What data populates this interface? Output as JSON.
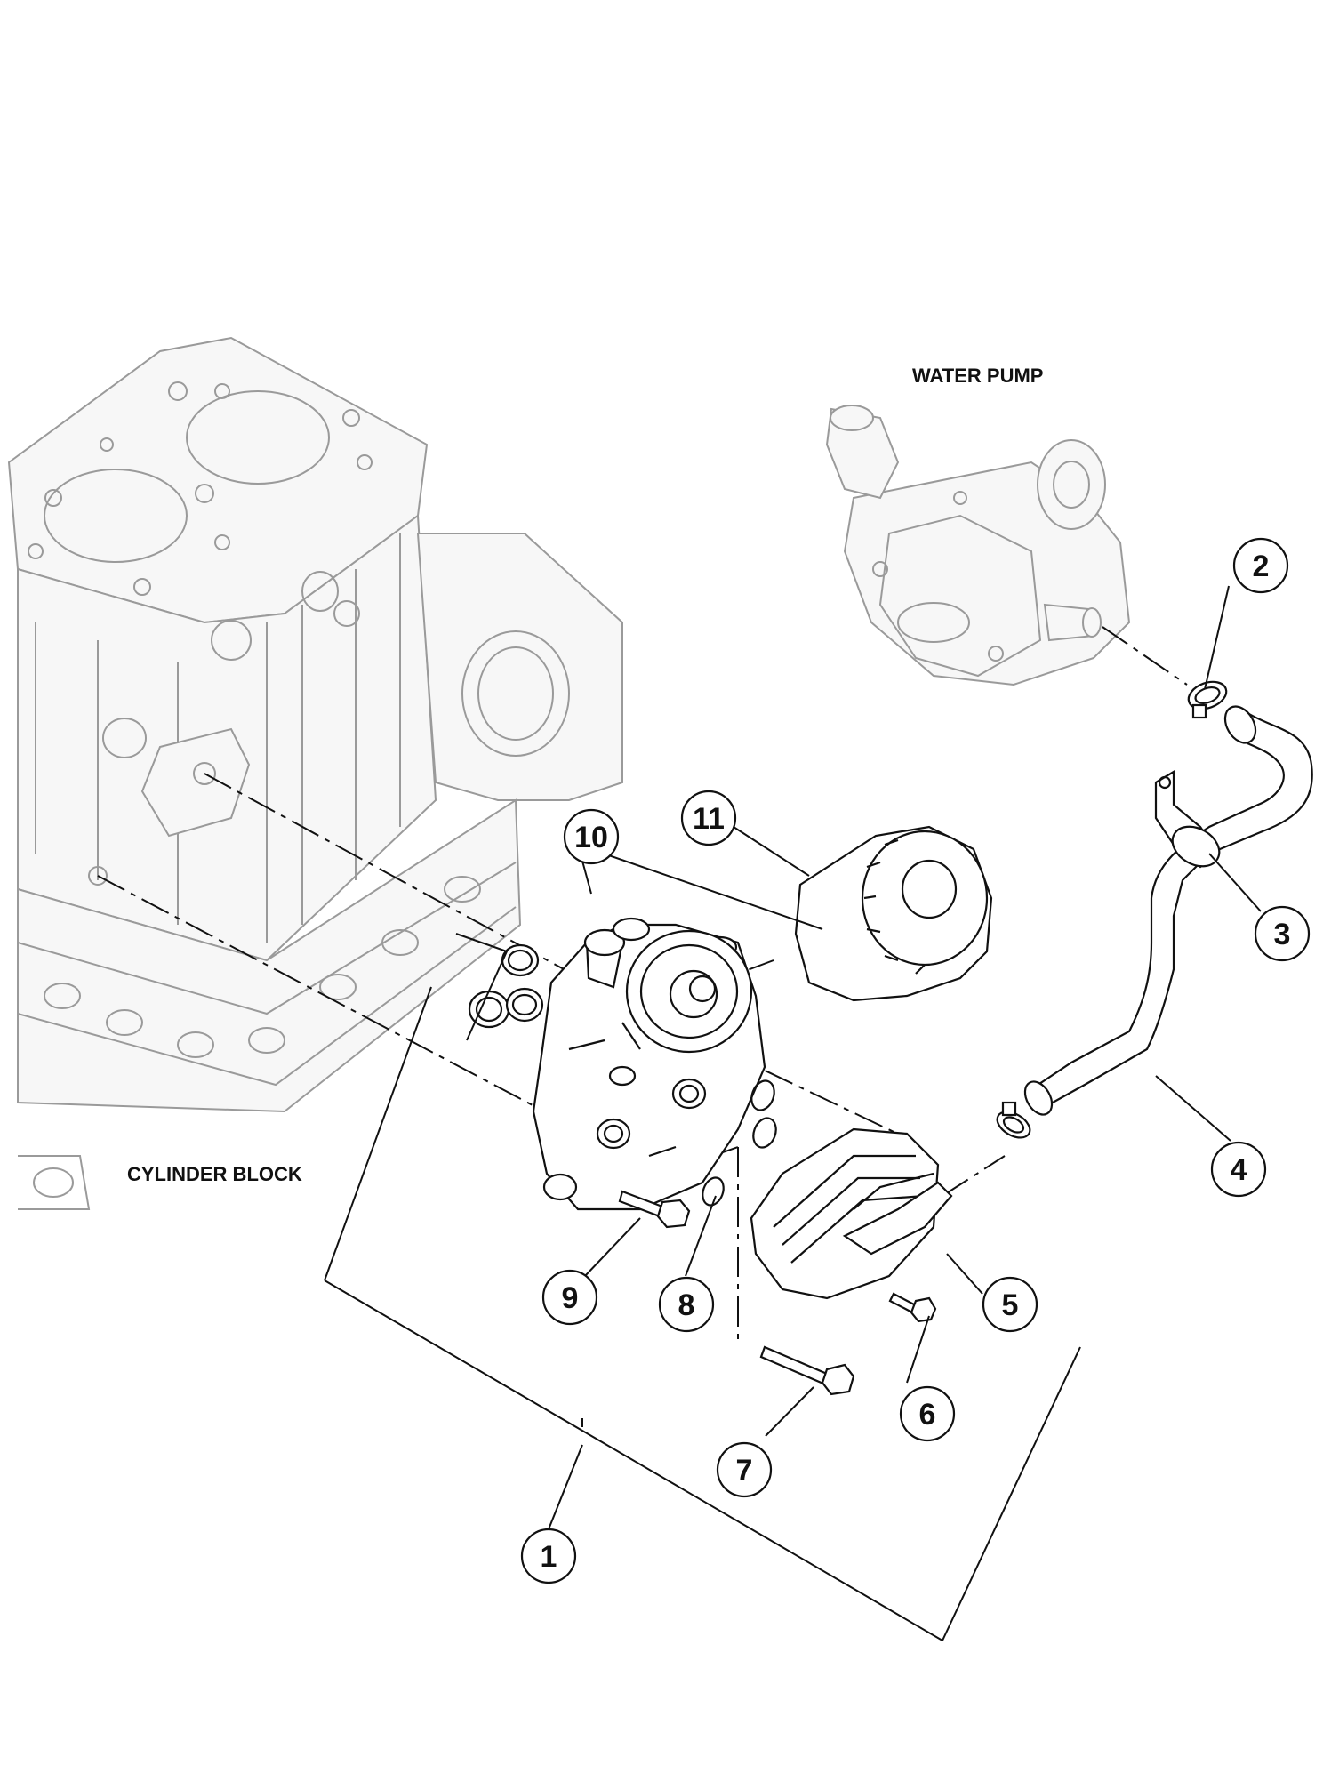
{
  "labels": {
    "water_pump": "WATER PUMP",
    "cylinder_block": "CYLINDER BLOCK"
  },
  "callouts": [
    "1",
    "2",
    "3",
    "4",
    "5",
    "6",
    "7",
    "8",
    "9",
    "10",
    "11"
  ]
}
